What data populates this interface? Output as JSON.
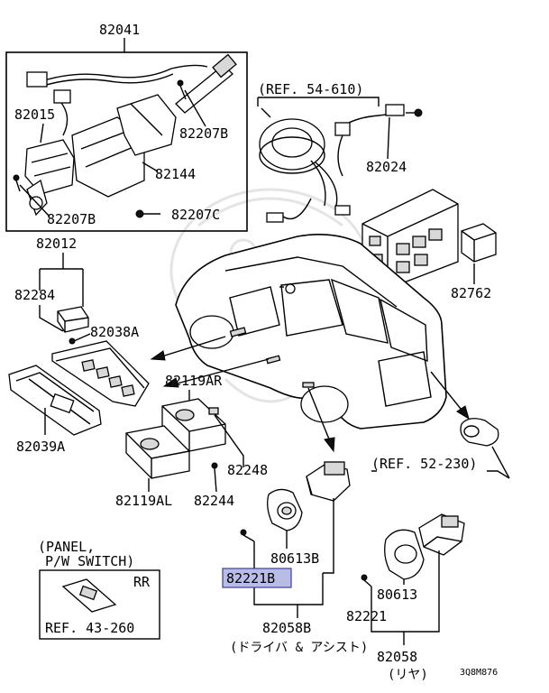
{
  "labels": {
    "p82041": "82041",
    "p82015": "82015",
    "p82207b_top": "82207B",
    "p82144": "82144",
    "p82207b_bottom": "82207B",
    "p82207c": "82207C",
    "ref54": "(REF. 54-610)",
    "p82024": "82024",
    "p82762": "82762",
    "p82012": "82012",
    "p82284": "82284",
    "p82038a": "82038A",
    "p82039a": "82039A",
    "p82119ar": "82119AR",
    "p82248": "82248",
    "p82119al": "82119AL",
    "p82244": "82244",
    "ref52": "(REF. 52-230)",
    "p80613b": "80613B",
    "p82221b": "82221B",
    "p82058b": "82058B",
    "p82058b_sub": "(ドライバ & アシスト)",
    "p80613": "80613",
    "p82221": "82221",
    "p82058": "82058",
    "p82058_sub": "(リヤ)",
    "inset_title1": "(PANEL,",
    "inset_title2": "P/W SWITCH)",
    "inset_rr": "RR",
    "inset_ref": "REF. 43-260",
    "diagram_code": "3Q8M876"
  },
  "colors": {
    "highlight_fill": "#b9bde6",
    "highlight_border": "#3a3f9a",
    "line": "#000000"
  }
}
